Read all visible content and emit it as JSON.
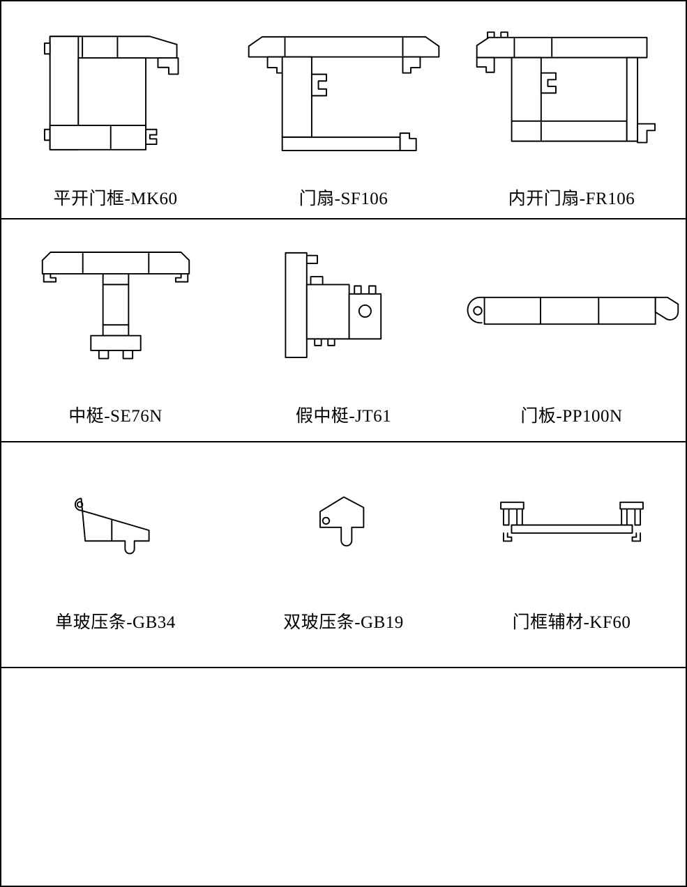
{
  "colors": {
    "line": "#000000",
    "background": "#ffffff"
  },
  "rows": [
    {
      "cells": [
        {
          "label": "平开门框-MK60",
          "icon": "mk60-profile-drawing"
        },
        {
          "label": "门扇-SF106",
          "icon": "sf106-profile-drawing"
        },
        {
          "label": "内开门扇-FR106",
          "icon": "fr106-profile-drawing"
        }
      ]
    },
    {
      "cells": [
        {
          "label": "中梃-SE76N",
          "icon": "se76n-profile-drawing"
        },
        {
          "label": "假中梃-JT61",
          "icon": "jt61-profile-drawing"
        },
        {
          "label": "门板-PP100N",
          "icon": "pp100n-profile-drawing"
        }
      ]
    },
    {
      "cells": [
        {
          "label": "单玻压条-GB34",
          "icon": "gb34-profile-drawing"
        },
        {
          "label": "双玻压条-GB19",
          "icon": "gb19-profile-drawing"
        },
        {
          "label": "门框辅材-KF60",
          "icon": "kf60-profile-drawing"
        }
      ]
    },
    {
      "cells": []
    }
  ]
}
